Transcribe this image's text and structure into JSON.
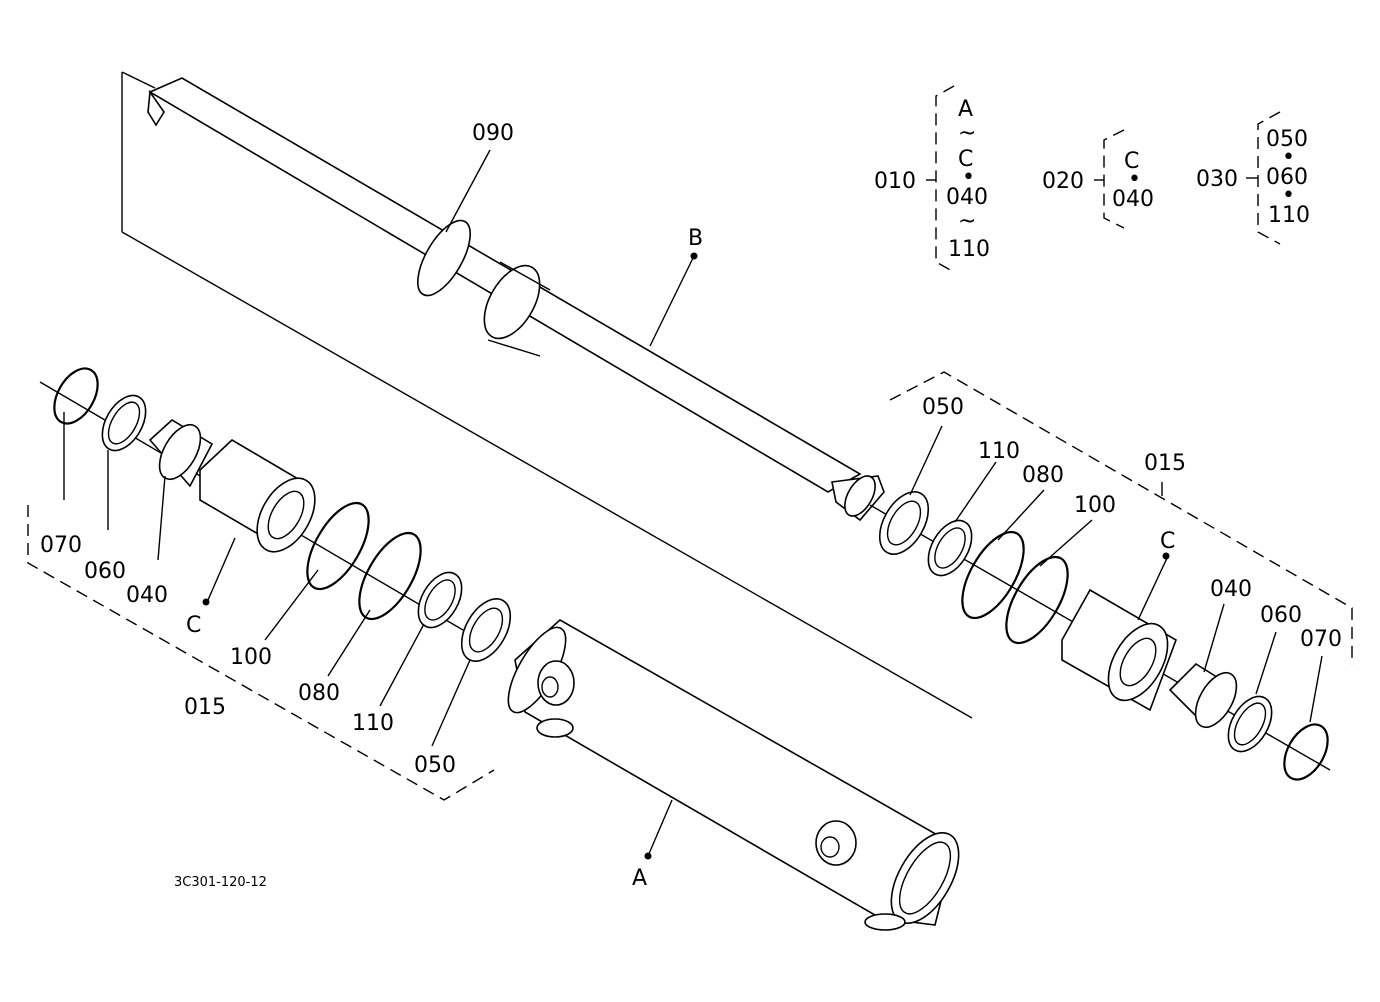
{
  "drawing_code": "3C301-120-12",
  "callouts": {
    "a": "A",
    "b": "B",
    "c_left": "C",
    "c_right": "C",
    "p015_left": "015",
    "p015_right": "015",
    "p040_left": "040",
    "p040_right": "040",
    "p050_left": "050",
    "p050_right": "050",
    "p060_left": "060",
    "p060_right": "060",
    "p070_left": "070",
    "p070_right": "070",
    "p080_left": "080",
    "p080_right": "080",
    "p090": "090",
    "p100_left": "100",
    "p100_right": "100",
    "p110_left": "110",
    "p110_right": "110"
  },
  "assembly_groups": [
    {
      "code": "010",
      "items": [
        "A",
        "~",
        "C",
        "•",
        "040",
        "~",
        "110"
      ]
    },
    {
      "code": "020",
      "items": [
        "C",
        "•",
        "040"
      ]
    },
    {
      "code": "030",
      "items": [
        "050",
        "•",
        "060",
        "•",
        "110"
      ]
    }
  ]
}
